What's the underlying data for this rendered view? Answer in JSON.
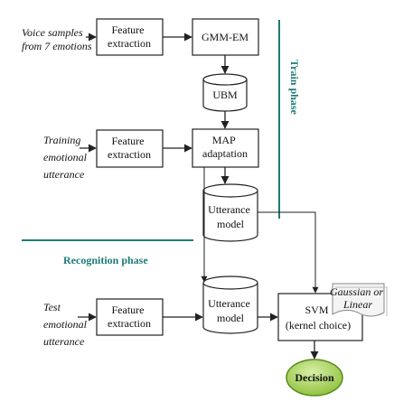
{
  "inputs": {
    "voice": [
      "Voice samples",
      "from 7 emotions"
    ],
    "training": [
      "Training",
      "emotional",
      "utterance"
    ],
    "test": [
      "Test",
      "emotional",
      "utterance"
    ]
  },
  "boxes": {
    "feature1": [
      "Feature",
      "extraction"
    ],
    "feature2": [
      "Feature",
      "extraction"
    ],
    "feature3": [
      "Feature",
      "extraction"
    ],
    "gmm": [
      "GMM-EM"
    ],
    "ubm": [
      "UBM"
    ],
    "map": [
      "MAP",
      "adaptation"
    ],
    "utt1": [
      "Utterance",
      "model"
    ],
    "utt2": [
      "Utterance",
      "model"
    ],
    "svm": [
      "SVM",
      "(kernel choice)"
    ],
    "decision": [
      "Decision"
    ]
  },
  "kernel_note": [
    "Gaussian or",
    "Linear"
  ],
  "phases": {
    "train": "Train phase",
    "recognition": "Recognition phase"
  },
  "colors": {
    "phase_accent": "#1e7a74",
    "decision_fill": "#9ccc4c",
    "decision_stroke": "#5a8a1e"
  }
}
